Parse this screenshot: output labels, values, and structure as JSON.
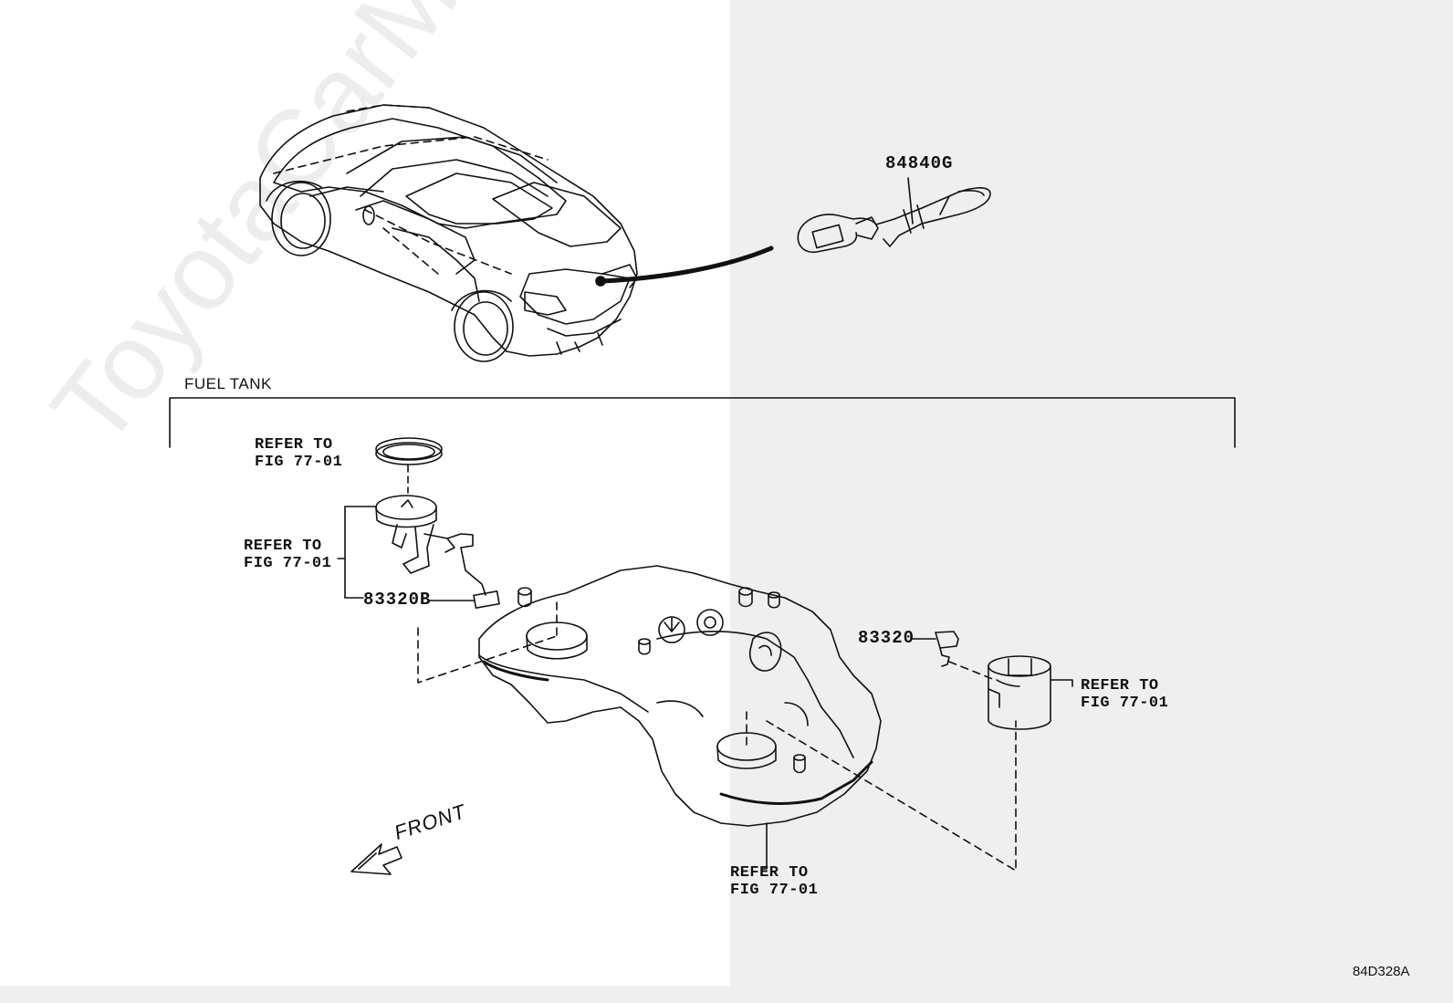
{
  "diagram": {
    "section_title": "FUEL TANK",
    "figure_code": "84D328A",
    "watermark": "ToyotaCarMine.ru",
    "direction_label": "FRONT",
    "parts": {
      "harness": "84840G",
      "sender_gauge": "83320B",
      "sender_unit": "83320"
    },
    "references": {
      "ring": {
        "line1": "REFER TO",
        "line2": "FIG 77-01"
      },
      "pump": {
        "line1": "REFER TO",
        "line2": "FIG 77-01"
      },
      "tank": {
        "line1": "REFER TO",
        "line2": "FIG 77-01"
      },
      "filter": {
        "line1": "REFER TO",
        "line2": "FIG 77-01"
      }
    }
  }
}
